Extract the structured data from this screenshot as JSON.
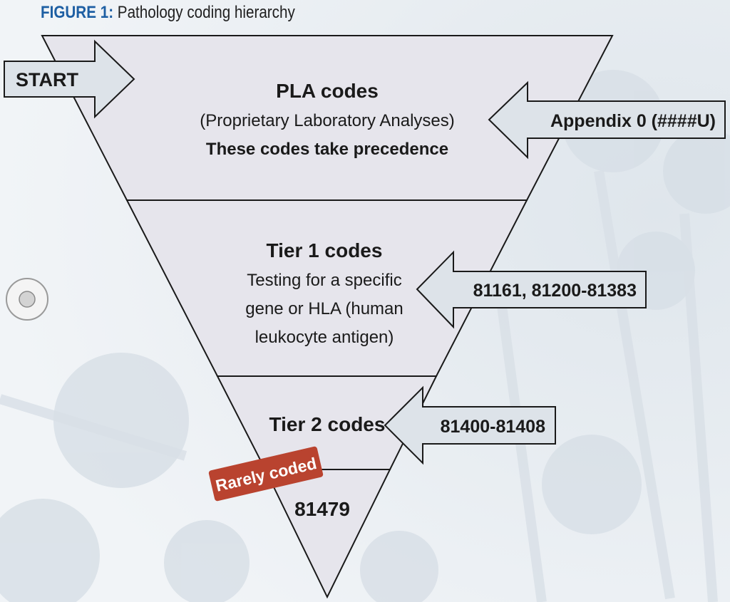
{
  "figure": {
    "label": "FIGURE 1:",
    "title": "Pathology coding hierarchy"
  },
  "colors": {
    "background": "#eef2f5",
    "funnel_fill": "#e6e5ec",
    "arrow_fill": "#dde3e9",
    "label_bg": "#b9432f",
    "title_accent": "#1e5fa3",
    "start_button": "#d3d3d3"
  },
  "tiers": [
    {
      "id": "pla",
      "heading": "PLA codes",
      "lines": [
        "(Proprietary Laboratory Analyses)"
      ],
      "emphasis": "These codes take precedence"
    },
    {
      "id": "tier1",
      "heading": "Tier 1 codes",
      "lines": [
        "Testing for a specific",
        "gene or HLA (human",
        "leukocyte antigen)"
      ]
    },
    {
      "id": "tier2",
      "heading": "Tier 2 codes",
      "lines": []
    },
    {
      "id": "unlisted",
      "heading": "81479",
      "lines": []
    }
  ],
  "start_arrow": {
    "label": "START"
  },
  "code_arrows": [
    {
      "target": "pla",
      "label": "Appendix 0 (####U)"
    },
    {
      "target": "tier1",
      "label": "81161, 81200-81383"
    },
    {
      "target": "tier2",
      "label": "81400-81408"
    }
  ],
  "badge": {
    "label": "Rarely coded"
  },
  "controls": {
    "play_button_icon": "radio-button-icon"
  }
}
